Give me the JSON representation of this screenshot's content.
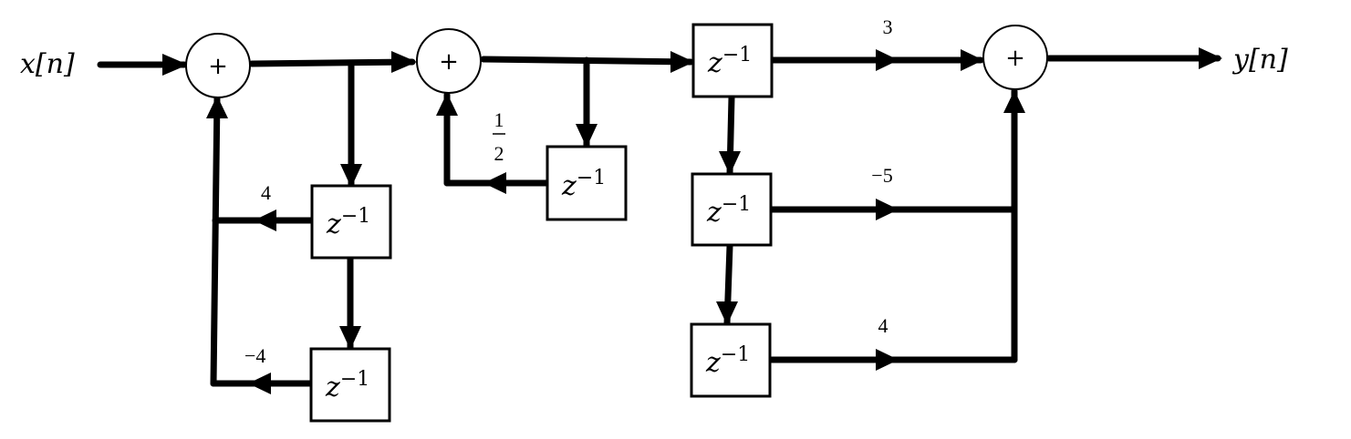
{
  "signals": {
    "input": "x[n]",
    "output": "y[n]"
  },
  "adder_symbol": "+",
  "delay": {
    "base": "z",
    "exponent": "−1"
  },
  "gains": {
    "feedback_top": "4",
    "feedback_bottom": "−4",
    "half_numerator": "1",
    "half_denominator": "2",
    "tap0": "3",
    "tap1": "−5",
    "tap2": "4"
  }
}
